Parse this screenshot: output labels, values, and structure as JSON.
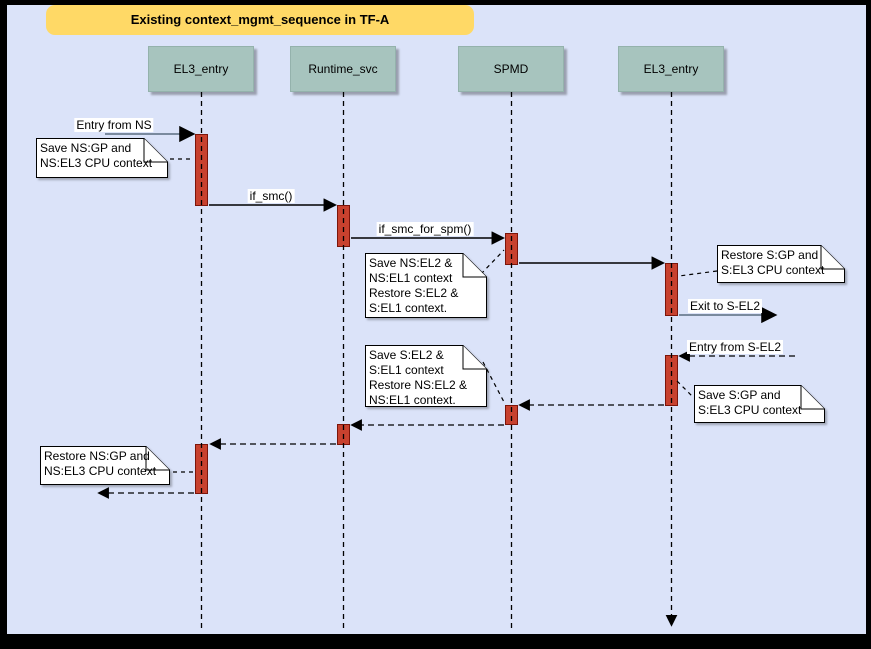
{
  "title": "Existing context_mgmt_sequence in TF-A",
  "lifelines": [
    {
      "name": "EL3_entry"
    },
    {
      "name": "Runtime_svc"
    },
    {
      "name": "SPMD"
    },
    {
      "name": "EL3_entry"
    }
  ],
  "messages": {
    "entry_from_ns": "Entry from NS",
    "if_smc": "if_smc()",
    "if_smc_for_spm": "if_smc_for_spm()",
    "exit_to_s_el2": "Exit to S-EL2",
    "entry_from_s_el2": "Entry from S-EL2"
  },
  "notes": {
    "save_ns_ctx": "Save NS:GP and\nNS:EL3 CPU context",
    "spmd_entry_ctx": "Save NS:EL2 &\nNS:EL1 context\nRestore S:EL2 &\nS:EL1 context.",
    "restore_s_ctx": "Restore S:GP and\nS:EL3 CPU context",
    "save_s_ctx": "Save S:GP and\nS:EL3 CPU context",
    "spmd_exit_ctx": "Save S:EL2 &\nS:EL1 context\nRestore NS:EL2 &\nNS:EL1 context.",
    "restore_ns_ctx": "Restore NS:GP and\nNS:EL3 CPU context"
  },
  "colors": {
    "frame": "#000000",
    "canvas_bg": "#dbe3f9",
    "title_bg": "#ffd966",
    "lifeline_header_fill": "#a7c4be",
    "lifeline_header_border": "#94b2ac",
    "activation_fill": "#c8412e",
    "activation_border": "#7c150a",
    "message_line_black": "#000000",
    "message_line_gray": "#6d7e91",
    "note_fill": "#ffffff"
  }
}
